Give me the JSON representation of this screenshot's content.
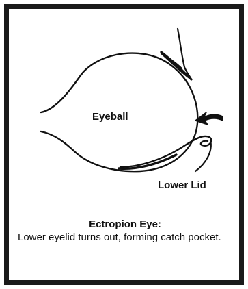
{
  "diagram": {
    "eyeball_label": "Eyeball",
    "lower_lid_label": "Lower Lid",
    "caption_title": "Ectropion Eye:",
    "caption_body": "Lower eyelid turns out, forming catch pocket.",
    "line_color": "#111111",
    "frame_color": "#1a1a1a"
  }
}
